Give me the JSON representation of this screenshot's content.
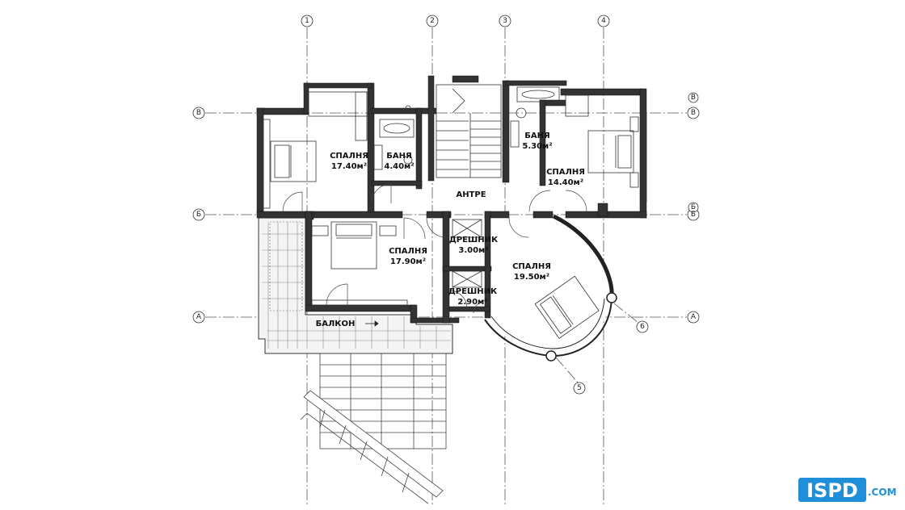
{
  "axes": {
    "vertical": [
      "1",
      "2",
      "3",
      "4"
    ],
    "horizontal": [
      "В",
      "Б",
      "А"
    ],
    "extra": [
      "5",
      "6"
    ]
  },
  "rooms": [
    {
      "id": "bedroom_left_top",
      "name": "СПАЛНЯ",
      "area": "17.40м²"
    },
    {
      "id": "bath_left",
      "name": "БАНЯ",
      "area": "4.40м²"
    },
    {
      "id": "bath_right",
      "name": "БАНЯ",
      "area": "5.30м²"
    },
    {
      "id": "bedroom_right_top",
      "name": "СПАЛНЯ",
      "area": "14.40м²"
    },
    {
      "id": "hall",
      "name": "АНТРЕ",
      "area": ""
    },
    {
      "id": "bedroom_left_bottom",
      "name": "СПАЛНЯ",
      "area": "17.90м²"
    },
    {
      "id": "closet_top",
      "name": "ДРЕШНИК",
      "area": "3.00м²"
    },
    {
      "id": "closet_bottom",
      "name": "ДРЕШНИК",
      "area": "2.90м²"
    },
    {
      "id": "bedroom_round",
      "name": "СПАЛНЯ",
      "area": "19.50м²"
    },
    {
      "id": "balcony",
      "name": "БАЛКОН",
      "area": ""
    }
  ],
  "logo": {
    "main": "ISPD",
    "suffix": ".COM",
    "color": "#1e8fd8"
  }
}
